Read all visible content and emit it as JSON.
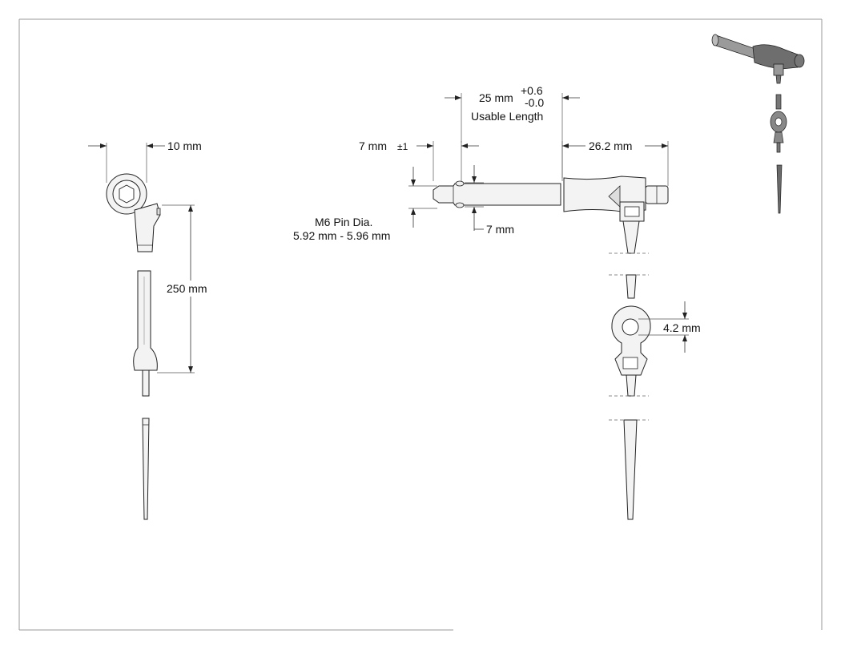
{
  "dimensions": {
    "width_head": "10 mm",
    "length_lanyard": "250 mm",
    "collar": "7 mm",
    "tolerance_pm": "±1",
    "usable_nominal": "25 mm",
    "usable_tol_plus": "+0.6",
    "usable_tol_minus": "-0.0",
    "usable_label": "Usable Length",
    "handle": "26.2 mm",
    "pin_label": "M6 Pin Dia.",
    "pin_range": "5.92 mm - 5.96 mm",
    "groove": "7 mm",
    "hole": "4.2 mm"
  }
}
